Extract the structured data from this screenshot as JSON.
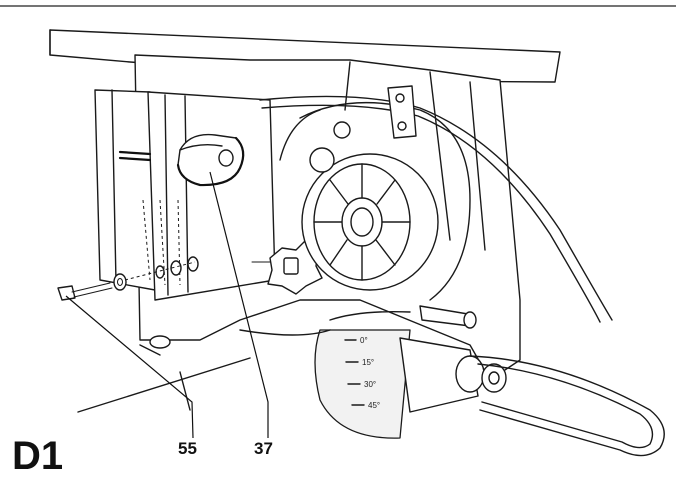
{
  "figure": {
    "label": "D1"
  },
  "callouts": [
    {
      "id": "55",
      "text": "55"
    },
    {
      "id": "37",
      "text": "37"
    }
  ],
  "bevel_scale": {
    "marks": [
      "0°",
      "15°",
      "30°",
      "45°"
    ]
  },
  "colors": {
    "ink": "#1a1a1a",
    "paper": "#ffffff",
    "shade": "#f2f2f2"
  }
}
